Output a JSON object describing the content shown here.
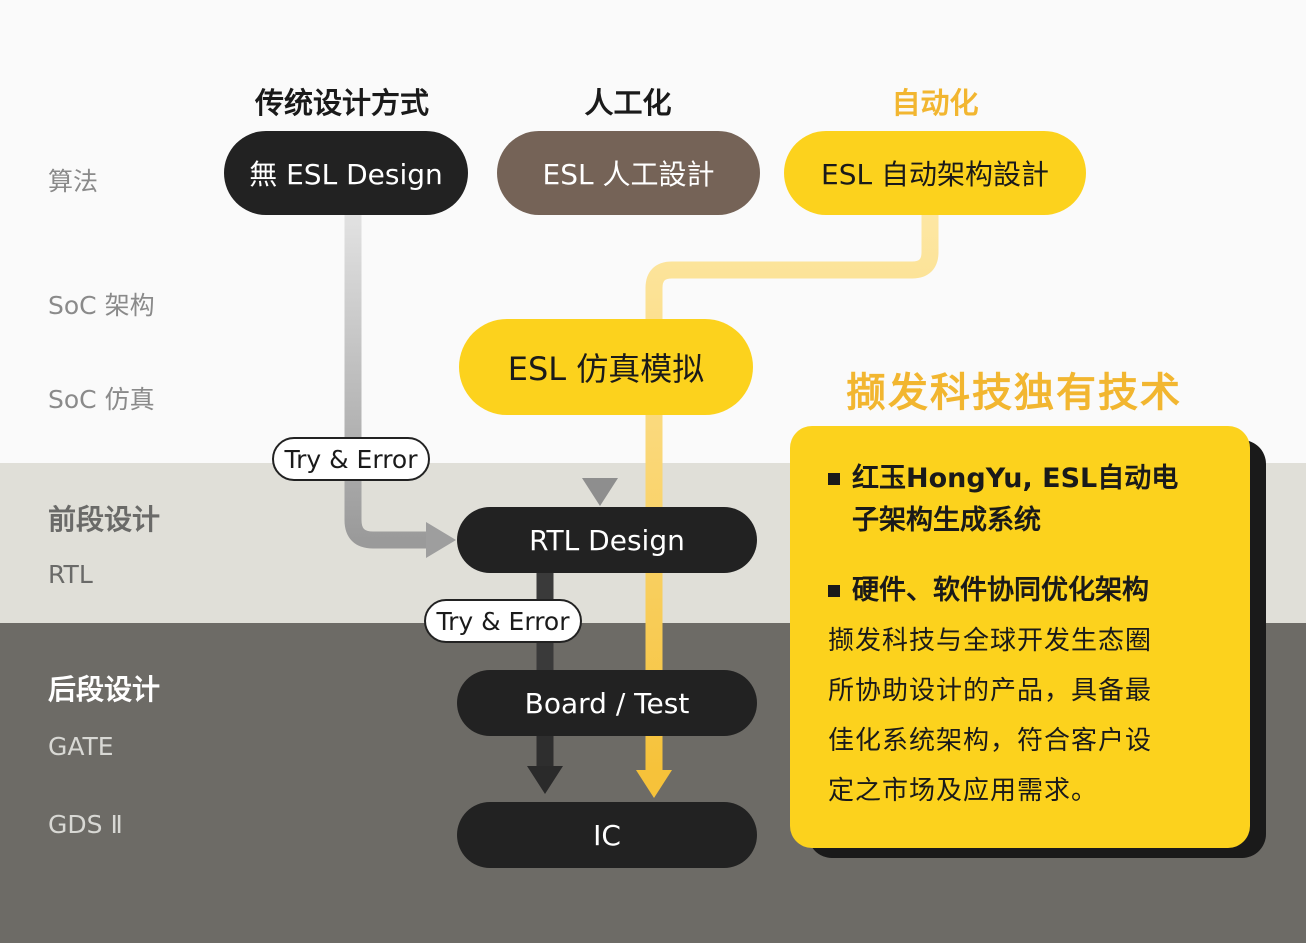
{
  "rows": {
    "algorithm": "算法",
    "soc_arch": "SoC 架构",
    "soc_sim": "SoC 仿真",
    "frontend": "前段设计",
    "rtl": "RTL",
    "backend": "后段设计",
    "gate": "GATE",
    "gds": "GDS Ⅱ"
  },
  "columns": {
    "traditional": "传统设计方式",
    "manual": "人工化",
    "auto": "自动化"
  },
  "nodes": {
    "no_esl": "無 ESL Design",
    "esl_manual": "ESL 人工設計",
    "esl_auto": "ESL 自动架构設計",
    "esl_sim": "ESL 仿真模拟",
    "rtl_design": "RTL Design",
    "board_test": "Board / Test",
    "ic": "IC"
  },
  "try_error": [
    "Try & Error",
    "Try & Error"
  ],
  "slogan": "撷发科技独有技术",
  "card": {
    "bullet1_line1": "红玉HongYu, ESL自动电",
    "bullet1_line2": "子架构生成系统",
    "bullet2": "硬件、软件协同优化架构",
    "body": [
      "撷发科技与全球开发生态圈",
      "所协助设计的产品，具备最",
      "佳化系统架构，符合客户设",
      "定之市场及应用需求。"
    ]
  },
  "colors": {
    "yellow": "#fcd21d",
    "gold_text": "#f2b630",
    "black": "#222222",
    "brown": "#756357",
    "band_mid": "#e0dfd8",
    "band_bottom": "#6d6b66"
  }
}
